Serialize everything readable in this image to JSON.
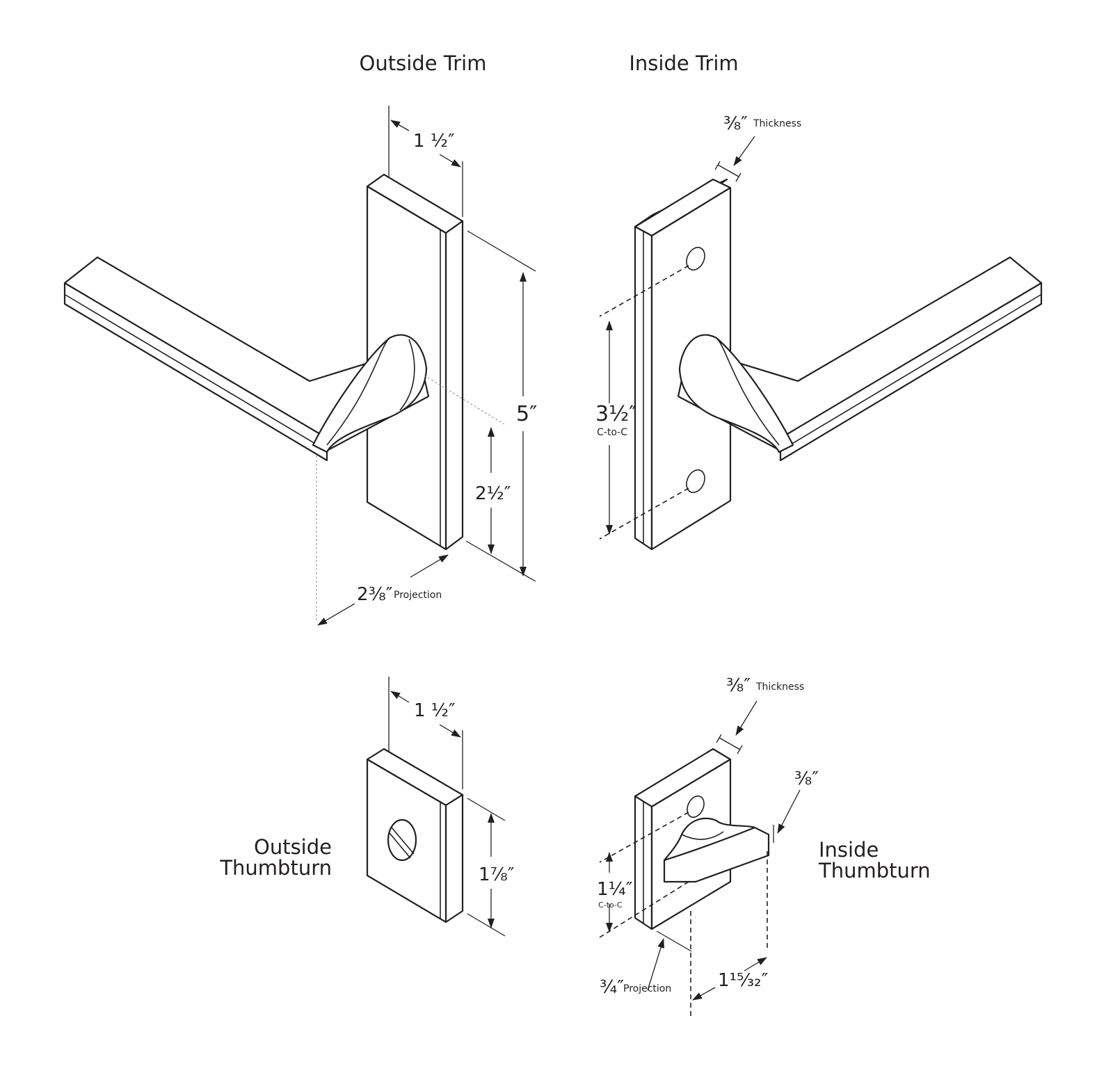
{
  "titles": {
    "outside_trim": "Outside Trim",
    "inside_trim": "Inside Trim"
  },
  "labels": {
    "outside_thumbturn": [
      "Outside",
      "Thumbturn"
    ],
    "inside_thumbturn": [
      "Inside",
      "Thumbturn"
    ]
  },
  "outside_trim_dims": {
    "width": "1 ½″",
    "height": "5″",
    "lever_height": "2½″",
    "projection_value": "2⅜″",
    "projection_word": "Projection"
  },
  "inside_trim_dims": {
    "thickness_value": "⅜″",
    "thickness_word": "Thickness",
    "center_value": "3½″",
    "center_note": "C-to-C"
  },
  "outside_thumbturn_dims": {
    "width": "1 ½″",
    "height": "1⅞″"
  },
  "inside_thumbturn_dims": {
    "thickness_value": "⅜″",
    "thickness_word": "Thickness",
    "turn_thickness": "⅜″",
    "center_value": "1¼″",
    "center_note": "C-to-C",
    "projection_value": "¾″",
    "projection_word": "Projection",
    "turn_length": "1¹⁵⁄₃₂″"
  }
}
